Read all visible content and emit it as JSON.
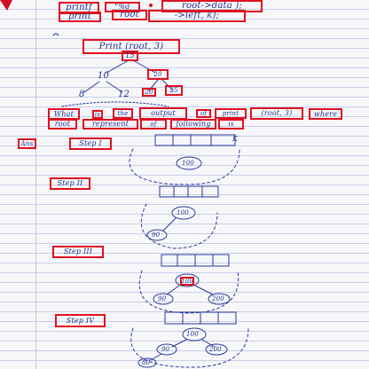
{
  "code": {
    "line1": {
      "printf": "printf",
      "format": "\"%d",
      "root_data": "root->data );"
    },
    "line2": {
      "print": "print",
      "root": "root",
      "left": "->left, k);"
    }
  },
  "question": {
    "call": "Print (root, 3)",
    "node_15": "15",
    "node_10": "10",
    "node_20": "20",
    "node_8": "8",
    "node_12": "12",
    "node_20b": "20",
    "node_25": "25"
  },
  "prompt": {
    "words": [
      "What",
      "is",
      "the",
      "output",
      "of",
      "print",
      "(root, 3)",
      "where"
    ],
    "line2": [
      "root",
      "represent",
      "of",
      "following",
      "is"
    ],
    "margin_label": "Ans"
  },
  "steps": {
    "step1": {
      "label": "Step I",
      "k_label": "K",
      "node": "100"
    },
    "step2": {
      "label": "Step II",
      "nodes": [
        "100",
        "90"
      ]
    },
    "step3": {
      "label": "Step III",
      "nodes": [
        "100",
        "90",
        "200"
      ]
    },
    "step4": {
      "label": "Step IV",
      "nodes": [
        "100",
        "90",
        "200",
        "80"
      ]
    }
  }
}
